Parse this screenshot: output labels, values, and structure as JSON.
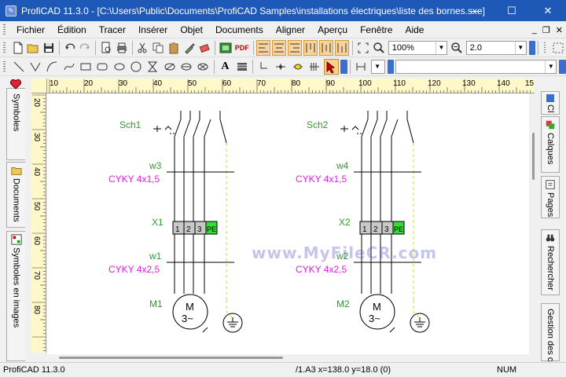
{
  "window": {
    "title": "ProfiCAD 11.3.0 - [C:\\Users\\Public\\Documents\\ProfiCAD Samples\\installations électriques\\liste des bornes.sxe]",
    "minimize": "—",
    "maximize": "☐",
    "close": "✕"
  },
  "menu": {
    "items": [
      "Fichier",
      "Édition",
      "Tracer",
      "Insérer",
      "Objet",
      "Documents",
      "Aligner",
      "Aperçu",
      "Fenêtre",
      "Aide"
    ],
    "mdi_min": "_",
    "mdi_restore": "❐",
    "mdi_close": "✕"
  },
  "toolbar": {
    "zoom_value": "100%",
    "line_width_value": "2.0",
    "pdf_label": "PDF"
  },
  "left_tabs": [
    "Symboles",
    "Documents",
    "Symboles en images"
  ],
  "right_tabs": [
    "Cl",
    "Calques",
    "Pages",
    "Rechercher",
    "Gestion des câ"
  ],
  "ruler": {
    "h_labels": [
      "10",
      "20",
      "30",
      "40",
      "50",
      "60",
      "70",
      "80",
      "90",
      "100",
      "110",
      "120",
      "130",
      "140",
      "15"
    ],
    "v_labels": [
      "20",
      "30",
      "40",
      "50",
      "60",
      "70",
      "80"
    ]
  },
  "drawing": {
    "left": {
      "switch_label": "Sch1",
      "wire_top_label": "w3",
      "cable_top": "CYKY 4x1,5",
      "terminal_label": "X1",
      "terminals": [
        "1",
        "2",
        "3",
        "PE"
      ],
      "wire_bottom_label": "w1",
      "cable_bottom": "CYKY 4x2,5",
      "motor_label": "M1",
      "motor_line1": "M",
      "motor_line2": "3~"
    },
    "right": {
      "switch_label": "Sch2",
      "wire_top_label": "w4",
      "cable_top": "CYKY 4x1,5",
      "terminal_label": "X2",
      "terminals": [
        "1",
        "2",
        "3",
        "PE"
      ],
      "wire_bottom_label": "w2",
      "cable_bottom": "CYKY 4x2,5",
      "motor_label": "M2",
      "motor_line1": "M",
      "motor_line2": "3~"
    },
    "colors": {
      "label_green": "#2e9c2e",
      "cable_magenta": "#e020e0",
      "terminal_gray": "#c8c8c8",
      "pe_green": "#33dd33",
      "pe_dashed": "#c8e040"
    }
  },
  "watermark": "www.MyFileCR.com",
  "status": {
    "app": "ProfiCAD 11.3.0",
    "coords": "/1.A3  x=138.0  y=18.0 (0)",
    "num": "NUM"
  }
}
